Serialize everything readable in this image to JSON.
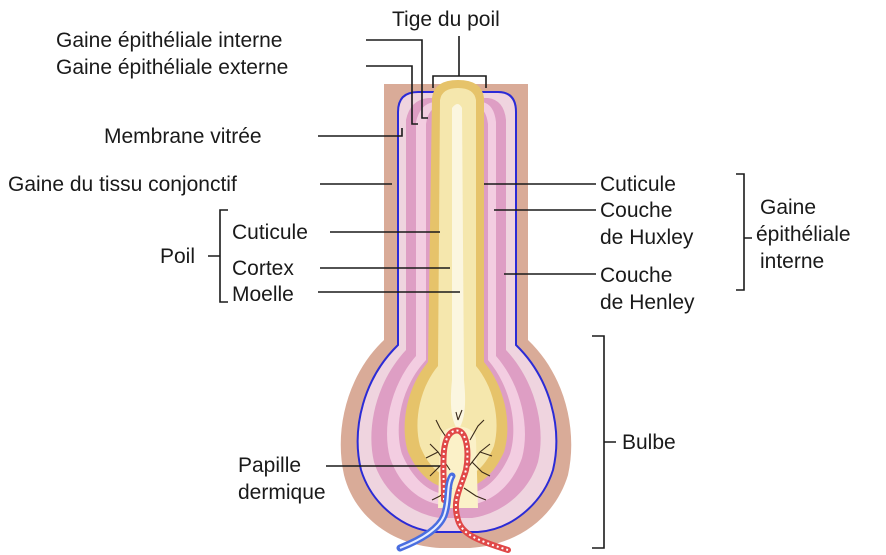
{
  "labels": {
    "tige_du_poil": "Tige du poil",
    "gaine_epi_interne_top": "Gaine épithéliale interne",
    "gaine_epi_externe": "Gaine épithéliale externe",
    "membrane_vitree": "Membrane vitrée",
    "gaine_tissu_conjonctif": "Gaine du tissu conjonctif",
    "poil": "Poil",
    "cuticule_left": "Cuticule",
    "cortex": "Cortex",
    "moelle": "Moelle",
    "cuticule_right": "Cuticule",
    "couche_huxley_1": "Couche",
    "couche_huxley_2": "de Huxley",
    "couche_henley_1": "Couche",
    "couche_henley_2": "de Henley",
    "gaine_epi_interne_right_1": "Gaine",
    "gaine_epi_interne_right_2": "épithéliale",
    "gaine_epi_interne_right_3": "interne",
    "bulbe": "Bulbe",
    "papille_1": "Papille",
    "papille_2": "dermique"
  },
  "colors": {
    "connective_sheath": "#d9ab98",
    "outer_epithelial": "#efd4df",
    "glassy_membrane": "#2b2bd6",
    "inner_sheath": "#de9ec4",
    "inner_sheath_light": "#f3cde1",
    "hair_cuticle": "#e6c36a",
    "hair_cortex": "#f5e7ad",
    "medulla": "#fbf6e0",
    "papilla": "#fbf1c8",
    "artery": "#e04848",
    "vein": "#4a6ee0",
    "capillary": "#3a2a1a"
  }
}
